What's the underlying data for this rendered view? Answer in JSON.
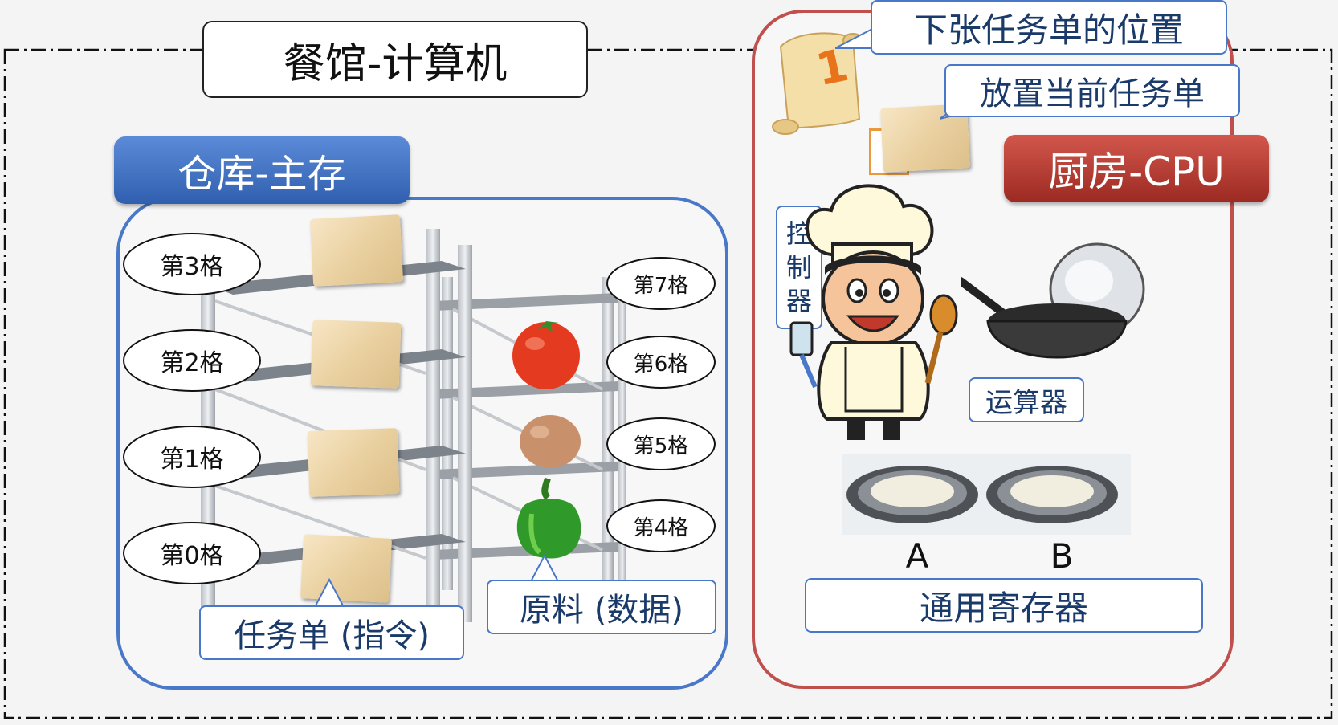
{
  "title": "餐馆-计算机",
  "memory": {
    "header": "仓库-主存",
    "slots_left": [
      "第3格",
      "第2格",
      "第1格",
      "第0格"
    ],
    "slots_right": [
      "第7格",
      "第6格",
      "第5格",
      "第4格"
    ],
    "instruction_label": "任务单 (指令)",
    "data_label": "原料 (数据)"
  },
  "cpu": {
    "header": "厨房-CPU",
    "next_task_label": "下张任务单的位置",
    "scroll_number": "1",
    "current_task_label": "放置当前任务单",
    "controller_label": [
      "控",
      "制",
      "器"
    ],
    "alu_label": "运算器",
    "register_a": "A",
    "register_b": "B",
    "registers_label": "通用寄存器"
  },
  "colors": {
    "memory_blue": "#3e6fc1",
    "cpu_red": "#b43a30",
    "frame_red": "#c0504d",
    "frame_blue": "#4a78c8"
  }
}
